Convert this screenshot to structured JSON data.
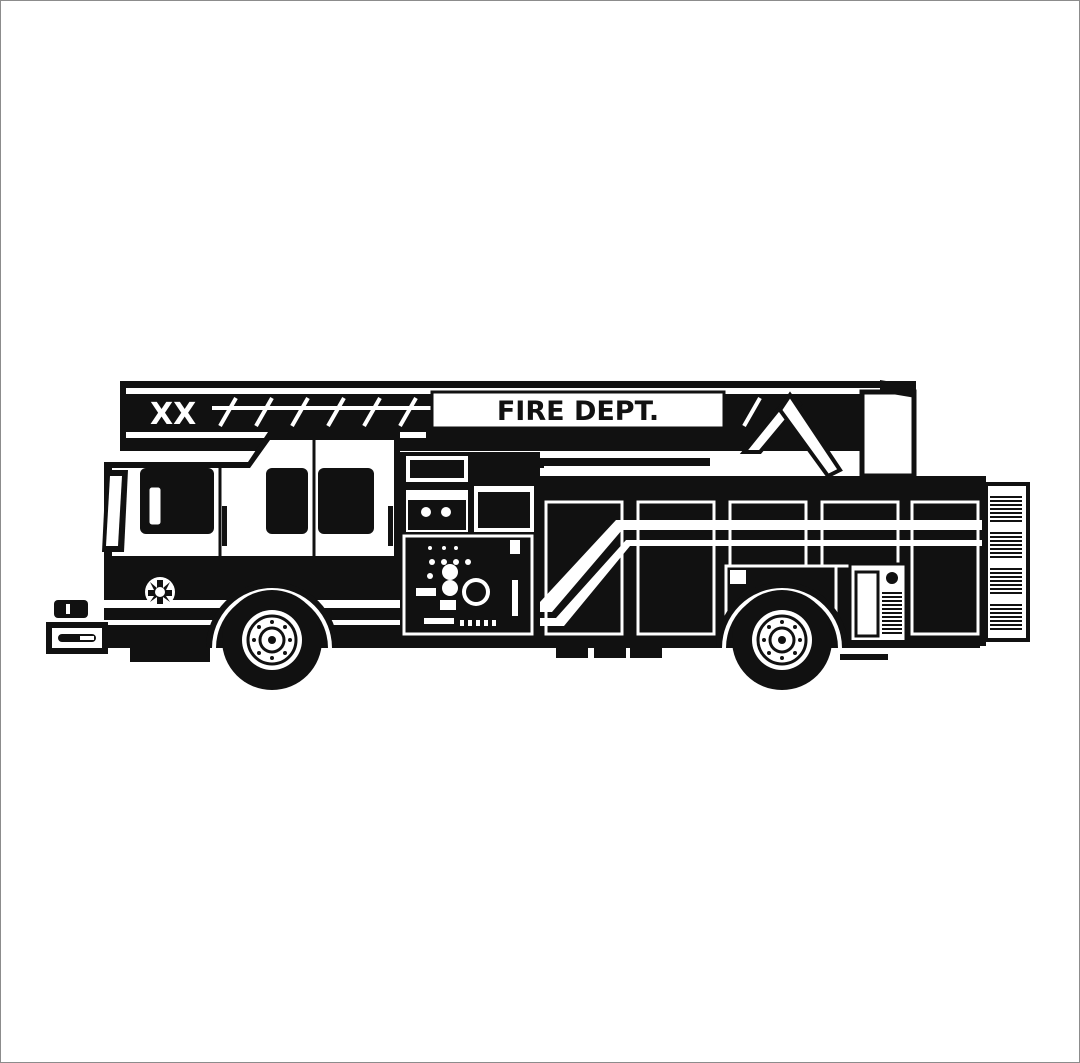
{
  "illustration": {
    "subject": "fire-truck",
    "ink_color": "#111111",
    "paper_color": "#ffffff",
    "border_color": "#8c8c8c",
    "ladder_sign_text": "FIRE DEPT.",
    "ladder_marking_text": "XX"
  }
}
